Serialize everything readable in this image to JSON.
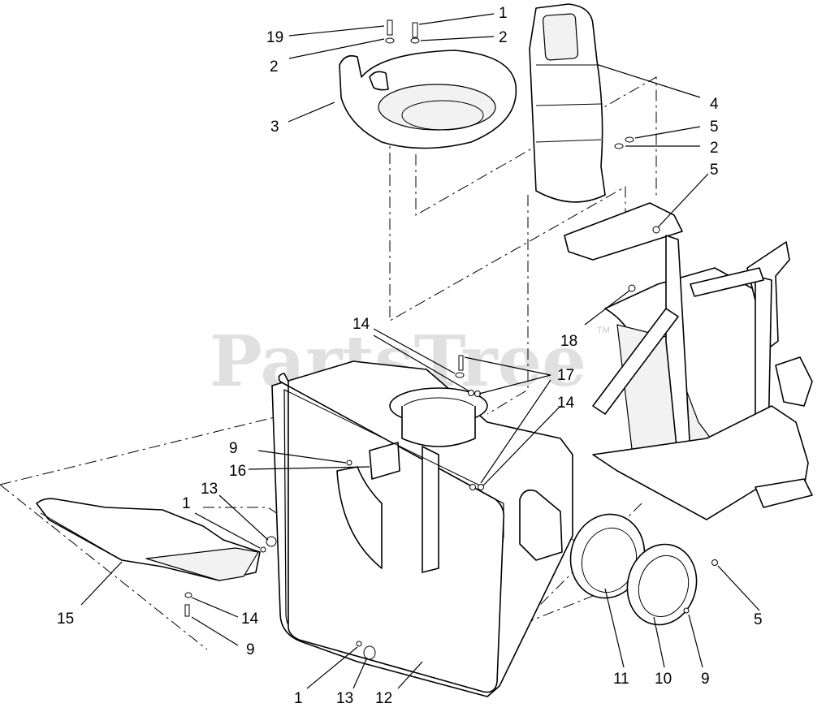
{
  "watermark": {
    "text": "PartsTree",
    "tm": "TM"
  },
  "callouts": [
    {
      "id": "c19a",
      "label": "19"
    },
    {
      "id": "c1a",
      "label": "1"
    },
    {
      "id": "c2a",
      "label": "2"
    },
    {
      "id": "c2b",
      "label": "2"
    },
    {
      "id": "c3",
      "label": "3"
    },
    {
      "id": "c4",
      "label": "4"
    },
    {
      "id": "c5a",
      "label": "5"
    },
    {
      "id": "c2c",
      "label": "2"
    },
    {
      "id": "c5b",
      "label": "5"
    },
    {
      "id": "c14a",
      "label": "14"
    },
    {
      "id": "c18",
      "label": "18"
    },
    {
      "id": "c17",
      "label": "17"
    },
    {
      "id": "c14b",
      "label": "14"
    },
    {
      "id": "c9a",
      "label": "9"
    },
    {
      "id": "c16",
      "label": "16"
    },
    {
      "id": "c13a",
      "label": "13"
    },
    {
      "id": "c1b",
      "label": "1"
    },
    {
      "id": "c15",
      "label": "15"
    },
    {
      "id": "c14c",
      "label": "14"
    },
    {
      "id": "c9b",
      "label": "9"
    },
    {
      "id": "c5c",
      "label": "5"
    },
    {
      "id": "c11",
      "label": "11"
    },
    {
      "id": "c10",
      "label": "10"
    },
    {
      "id": "c9c",
      "label": "9"
    },
    {
      "id": "c1c",
      "label": "1"
    },
    {
      "id": "c13b",
      "label": "13"
    },
    {
      "id": "c12",
      "label": "12"
    }
  ]
}
